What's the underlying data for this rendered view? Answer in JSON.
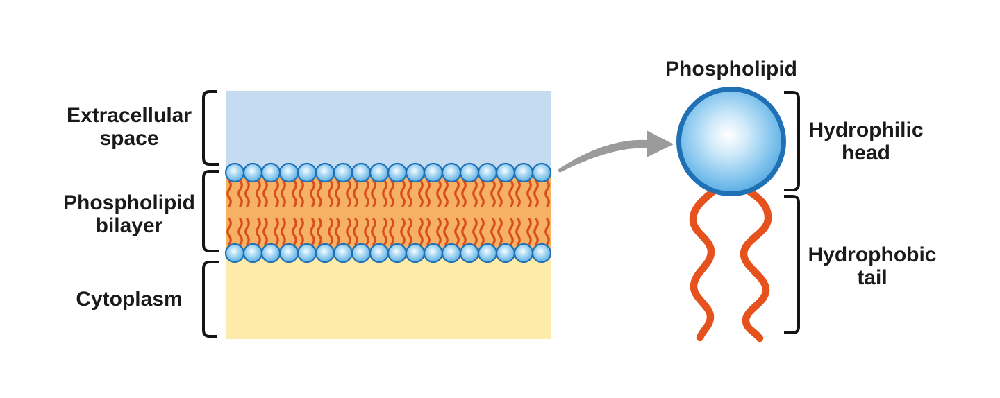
{
  "figure_title": "Phospholipid",
  "diagram": {
    "region_labels": [
      {
        "id": "extracellular",
        "text": "Extracellular space"
      },
      {
        "id": "bilayer",
        "text": "Phospholipid bilayer"
      },
      {
        "id": "cytoplasm",
        "text": "Cytoplasm"
      }
    ],
    "bilayer": {
      "rows": 2,
      "head_count_per_row": 18,
      "tails_per_head": 2
    }
  },
  "phospholipid": {
    "title": "Phospholipid",
    "part_labels": [
      {
        "id": "head",
        "text": "Hydrophilic head"
      },
      {
        "id": "tail",
        "text": "Hydrophobic tail"
      }
    ]
  },
  "icons": [
    {
      "name": "zoom-arrow",
      "meaning": "curved arrow pointing from bilayer to enlarged phospholipid"
    }
  ],
  "colors": {
    "background": "#FFFFFF",
    "extracellular_fill": "#C5DCF0",
    "membrane_fill": "#F6B164",
    "cytoplasm_fill": "#FDEBAA",
    "tail_small": "#D94E1E",
    "tail_big": "#E6521D",
    "head_stroke": "#2070B5",
    "head_gradient_center": "#F8FDFF",
    "head_gradient_mid": "#A9D8F3",
    "head_gradient_edge": "#58ADE3",
    "big_head_center": "#FFFFFF",
    "big_head_mid1": "#D2EBFA",
    "big_head_mid2": "#84C5EE",
    "big_head_edge": "#4EA6DF",
    "arrow": "#9B9B9B",
    "bracket": "#141414",
    "text": "#1A1A1A"
  }
}
